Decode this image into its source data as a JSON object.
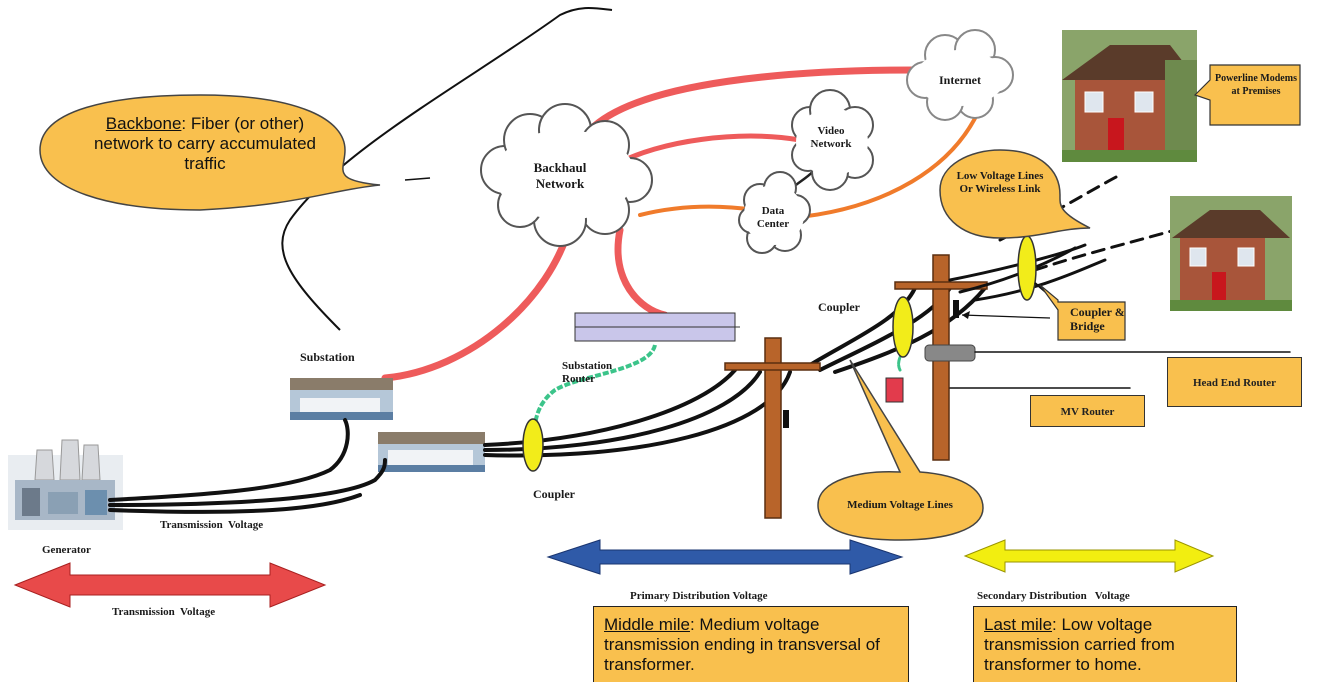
{
  "callouts": {
    "backbone_term": "Backbone",
    "backbone_rest": ": Fiber (or other) network to carry accumulated traffic",
    "powerline_modems": "Powerline Modems at Premises",
    "low_voltage": "Low Voltage Lines Or Wireless Link",
    "medium_voltage": "Medium Voltage Lines"
  },
  "clouds": {
    "backhaul": "Backhaul Network",
    "internet": "Internet",
    "video": "Video Network",
    "data_center": "Data Center"
  },
  "labels": {
    "substation": "Substation",
    "substation_router": "Substation Router",
    "coupler_left": "Coupler",
    "coupler_top": "Coupler",
    "generator": "Generator",
    "transmission_voltage_line": "Transmission  Voltage",
    "transmission_voltage_arrow": "Transmission  Voltage",
    "primary_distribution": "Primary Distribution Voltage",
    "secondary_distribution": "Secondary Distribution   Voltage"
  },
  "boxes": {
    "coupler_bridge": "Coupler & Bridge",
    "head_end_router": "Head End Router",
    "mv_router": "MV Router"
  },
  "summaries": {
    "middle_term": "Middle mile",
    "middle_rest": ": Medium voltage transmission ending in transversal of transformer.",
    "last_term": "Last mile",
    "last_rest": ": Low voltage transmission carried from transformer to home."
  },
  "colors": {
    "fiber_red": "#ee5b5b",
    "link_orange": "#f07b2b",
    "callout_fill": "#f9c04e",
    "pole_brown": "#b8642a",
    "coupler_yellow": "#f2ec1a",
    "arrow_red": "#e84a4a",
    "arrow_blue": "#2f5aa8",
    "arrow_yellow": "#f2ee10",
    "router_lavender": "#c9c6ea"
  }
}
